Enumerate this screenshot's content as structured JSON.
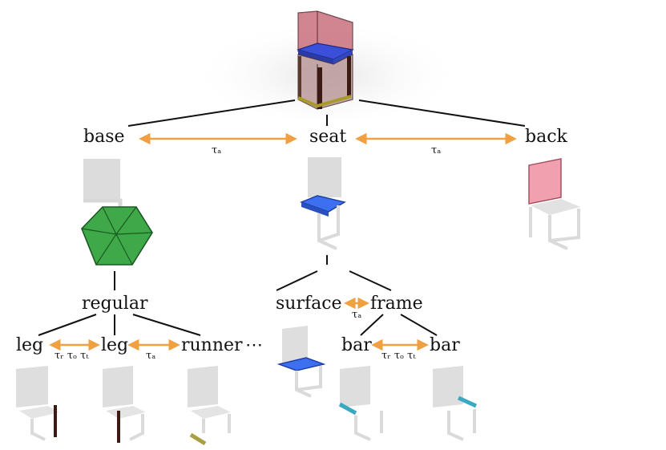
{
  "root": {
    "description_icon": "chair-bounding-box-icon"
  },
  "nodes": {
    "base": "base",
    "seat": "seat",
    "back": "back",
    "regular": "regular",
    "surface": "surface",
    "frame": "frame",
    "leg1": "leg",
    "leg2": "leg",
    "runner": "runner",
    "ellipsis": "⋯",
    "bar1": "bar",
    "bar2": "bar"
  },
  "relations": {
    "base_seat": "τₐ",
    "seat_back": "τₐ",
    "surface_frame": "τₐ",
    "leg_leg": "τᵣ τₒ τₜ",
    "leg_runner": "τₐ",
    "bar_bar": "τᵣ τₒ τₜ"
  },
  "colors": {
    "arrow": "#f0a040",
    "edge": "#111111",
    "chair_ghost": "#d9d9d9",
    "back_part": "#e88a98",
    "seat_part": "#3366ee",
    "base_hull": "#3aa34a",
    "leg_part": "#4a2a22",
    "runner_part": "#a8a040",
    "bar_part": "#3aa8c0"
  }
}
